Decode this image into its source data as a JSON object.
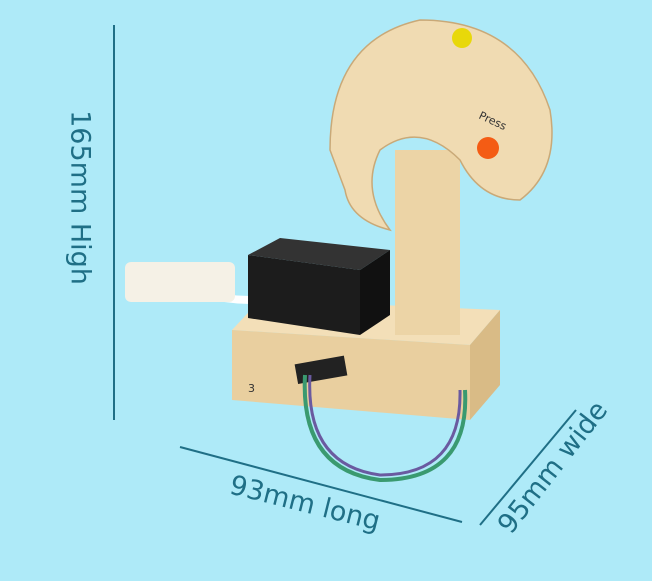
{
  "dimensions": {
    "height": "165mm High",
    "length": "93mm long",
    "width": "95mm wide"
  },
  "product": {
    "button_label": "Press",
    "panel_number": "3"
  },
  "colors": {
    "background": "#aeeaf8",
    "annotation": "#1f6f86",
    "wood": "#efd9b0"
  }
}
